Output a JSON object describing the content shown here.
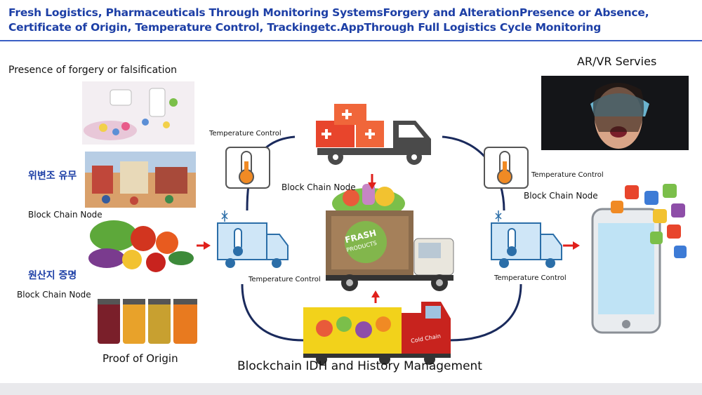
{
  "title": "Fresh Logistics, Pharmaceuticals Through Monitoring SystemsForgery and AlterationPresence or Absence, Certificate of Origin, Temperature Control, Trackingetc.AppThrough Full Logistics Cycle Monitoring",
  "left": {
    "forgery_heading": "Presence of forgery or falsification",
    "korean_forgery": "위변조 유무",
    "node_1": "Block Chain Node",
    "korean_origin": "원산지 증명",
    "node_2": "Block Chain Node",
    "origin_caption": "Proof of Origin"
  },
  "center": {
    "temp_top_left": "Temperature Control",
    "temp_top_right": "Temperature Control",
    "node_center": "Block Chain Node",
    "node_right": "Block Chain Node",
    "temp_mid_left": "Temperature Control",
    "temp_mid_right": "Temperature Control",
    "truck_sign_1": "FRASH",
    "truck_sign_2": "PRODUCTS",
    "cold_chain": "Cold Chain",
    "caption": "Blockchain IDH and History Management"
  },
  "right": {
    "arvr_heading": "AR/VR Servies"
  },
  "colors": {
    "title_blue": "#1d3fa6",
    "arrow_red": "#e0201b",
    "cycle_navy": "#1a2a5c",
    "thermo_orange": "#f08a24",
    "box_red": "#e8452c"
  }
}
